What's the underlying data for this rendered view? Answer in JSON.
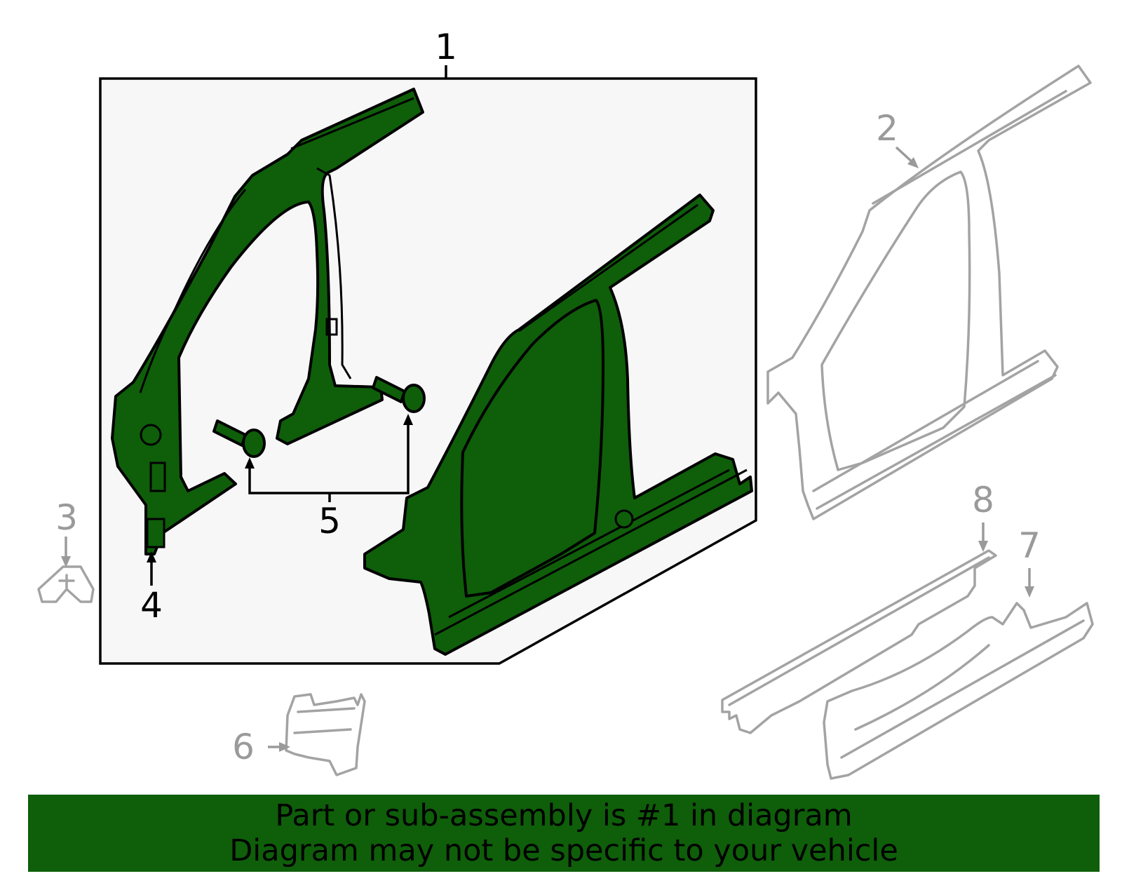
{
  "callouts": {
    "c1": "1",
    "c2": "2",
    "c3": "3",
    "c4": "4",
    "c5": "5",
    "c6": "6",
    "c7": "7",
    "c8": "8"
  },
  "banner": {
    "line1": "Part or sub-assembly is #1 in diagram",
    "line2": "Diagram may not be specific to your vehicle"
  },
  "colors": {
    "highlight_part": "#0f5e0a",
    "banner_bg": "#0f5e0a",
    "ghost_part": "#a3a3a3",
    "panel_bg": "#f7f7f7"
  }
}
